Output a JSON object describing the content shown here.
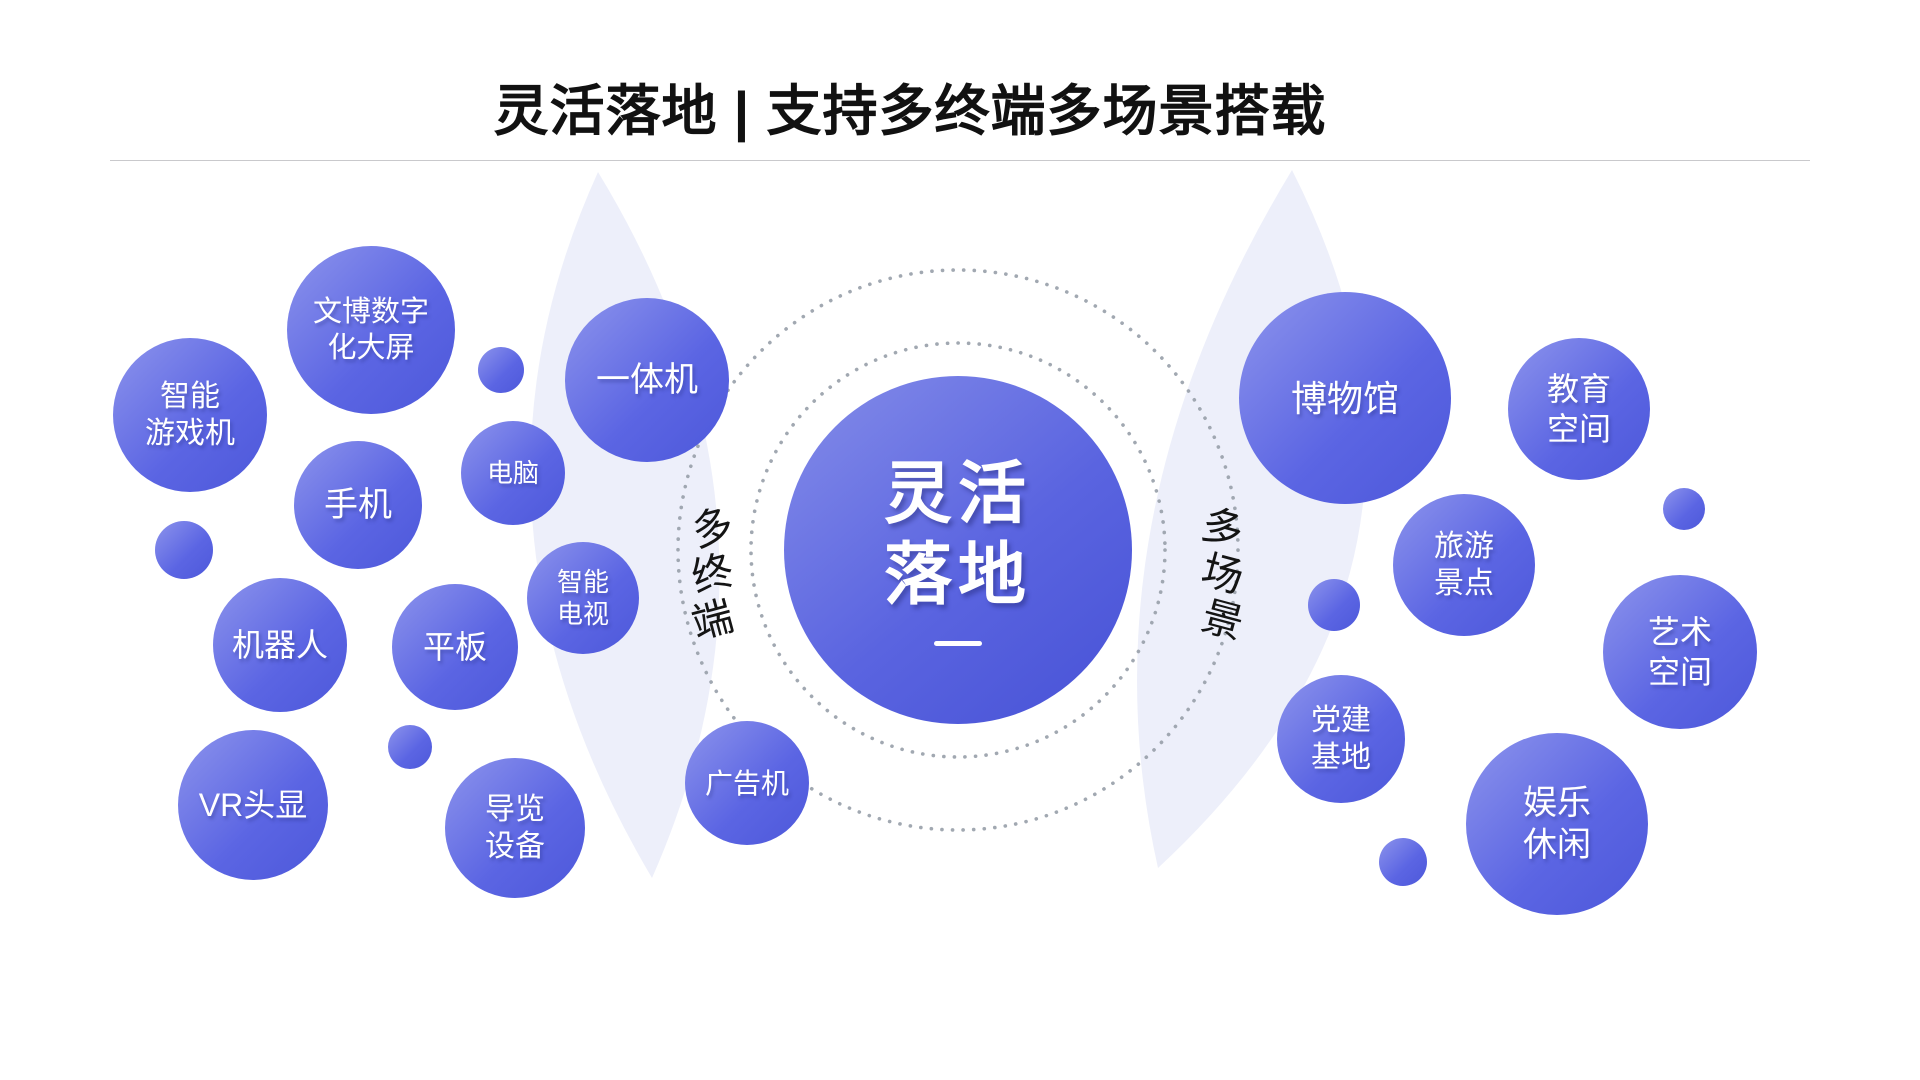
{
  "title": {
    "text": "灵活落地 | 支持多终端多场景搭载"
  },
  "center": {
    "text": "灵活\n落地"
  },
  "labels": {
    "left": {
      "chars": [
        "多",
        "终",
        "端"
      ]
    },
    "right": {
      "chars": [
        "多",
        "场",
        "景"
      ]
    }
  },
  "terminals": {
    "items": [
      {
        "text": "智能\n游戏机"
      },
      {
        "text": "文博数字\n化大屏"
      },
      {
        "text": "一体机"
      },
      {
        "text": "电脑"
      },
      {
        "text": "手机"
      },
      {
        "text": "智能\n电视"
      },
      {
        "text": "机器人"
      },
      {
        "text": "平板"
      },
      {
        "text": "VR头显"
      },
      {
        "text": "导览\n设备"
      },
      {
        "text": "广告机"
      }
    ]
  },
  "scenes": {
    "items": [
      {
        "text": "博物馆"
      },
      {
        "text": "教育\n空间"
      },
      {
        "text": "旅游\n景点"
      },
      {
        "text": "艺术\n空间"
      },
      {
        "text": "党建\n基地"
      },
      {
        "text": "娱乐\n休闲"
      }
    ]
  },
  "colors": {
    "bubble_light": "#8d94ec",
    "bubble_dark": "#4d58da",
    "center_light": "#858de9",
    "center_dark": "#4752d6",
    "petal": "#edeffa",
    "ring_dots": "#979ea9",
    "title_text": "#111111",
    "bubble_text": "#ffffff",
    "side_label_text": "#141414"
  }
}
